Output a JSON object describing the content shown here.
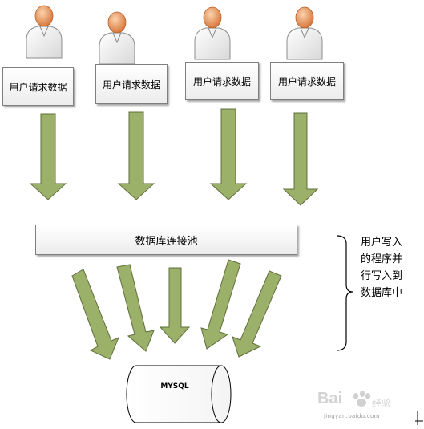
{
  "users": [
    {
      "label": "用户请求数据"
    },
    {
      "label": "用户请求数据"
    },
    {
      "label": "用户请求数据"
    },
    {
      "label": "用户请求数据"
    }
  ],
  "pool": {
    "label": "数据库连接池"
  },
  "note": {
    "lines": [
      "用户写入",
      "的程序并",
      "行写入到",
      "数据库中"
    ]
  },
  "database": {
    "label": "MYSQL"
  },
  "watermark": {
    "brand": "Bai",
    "cn": "经验",
    "url": "jingyan.baidu.com"
  },
  "colors": {
    "arrow_fill": "#9bb069",
    "arrow_stroke": "#5f6f3a",
    "box_border": "#7f7f7f",
    "skin": "#e8955c",
    "shirt": "#f2f2f2"
  }
}
